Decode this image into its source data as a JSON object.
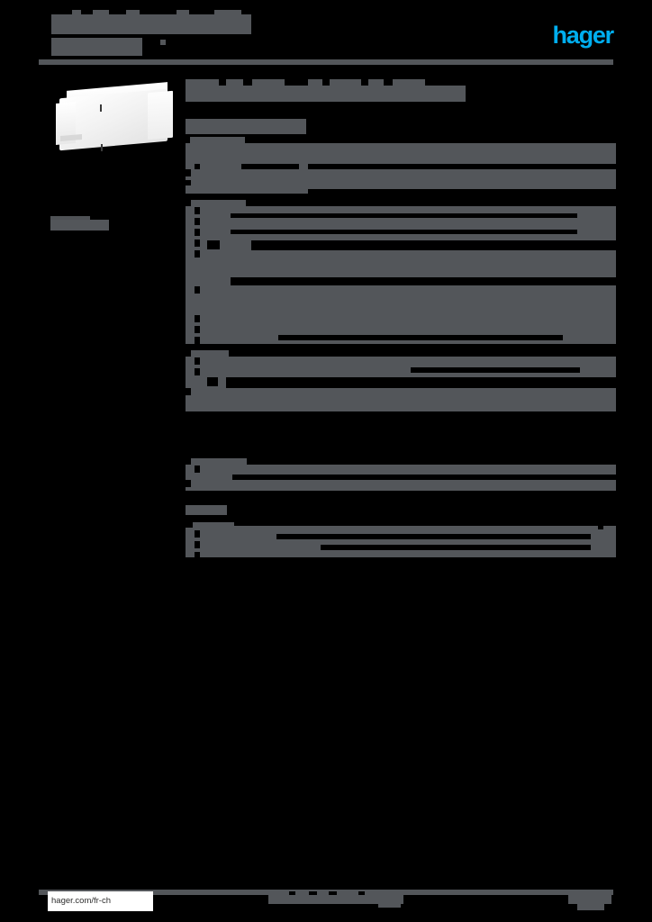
{
  "document": {
    "kind": "product-datasheet",
    "brand": "hager",
    "page_background": "#000000",
    "redaction_color": "#53565a",
    "accent_color": "#00aeef",
    "state": "text-redacted"
  },
  "header": {
    "logo_text": "hager",
    "title_line_1": "",
    "title_line_2": "",
    "rule": true
  },
  "left_column": {
    "product_image_alt": "",
    "side_label": ""
  },
  "main": {
    "heading": "",
    "subheading": "",
    "sections": [
      {
        "caption": "",
        "rows": [
          {
            "label": "",
            "value": ""
          },
          {
            "label": "",
            "value": ""
          },
          {
            "label": "",
            "value": ""
          },
          {
            "label": "",
            "value": ""
          }
        ]
      },
      {
        "caption": "",
        "rows": [
          {
            "label": "",
            "value": ""
          },
          {
            "label": "",
            "value": ""
          },
          {
            "label": "",
            "value": ""
          },
          {
            "label": "",
            "value": ""
          },
          {
            "label": "",
            "value": ""
          },
          {
            "label": "",
            "value": ""
          },
          {
            "label": "",
            "value": ""
          },
          {
            "label": "",
            "value": ""
          },
          {
            "label": "",
            "value": ""
          },
          {
            "label": "",
            "value": ""
          },
          {
            "label": "",
            "value": ""
          }
        ]
      },
      {
        "caption": "",
        "rows": [
          {
            "label": "",
            "value": ""
          },
          {
            "label": "",
            "value": ""
          },
          {
            "label": "",
            "value": ""
          },
          {
            "label": "",
            "value": ""
          }
        ]
      },
      {
        "caption": "",
        "rows": [
          {
            "label": "",
            "value": ""
          },
          {
            "label": "",
            "value": ""
          },
          {
            "label": "",
            "value": ""
          }
        ]
      },
      {
        "caption": "",
        "rows": [
          {
            "label": "",
            "value": ""
          },
          {
            "label": "",
            "value": ""
          },
          {
            "label": "",
            "value": ""
          },
          {
            "label": "",
            "value": ""
          }
        ]
      }
    ]
  },
  "footer": {
    "url": "hager.com/fr-ch",
    "center_text": "",
    "page_number": "",
    "rule": true
  }
}
